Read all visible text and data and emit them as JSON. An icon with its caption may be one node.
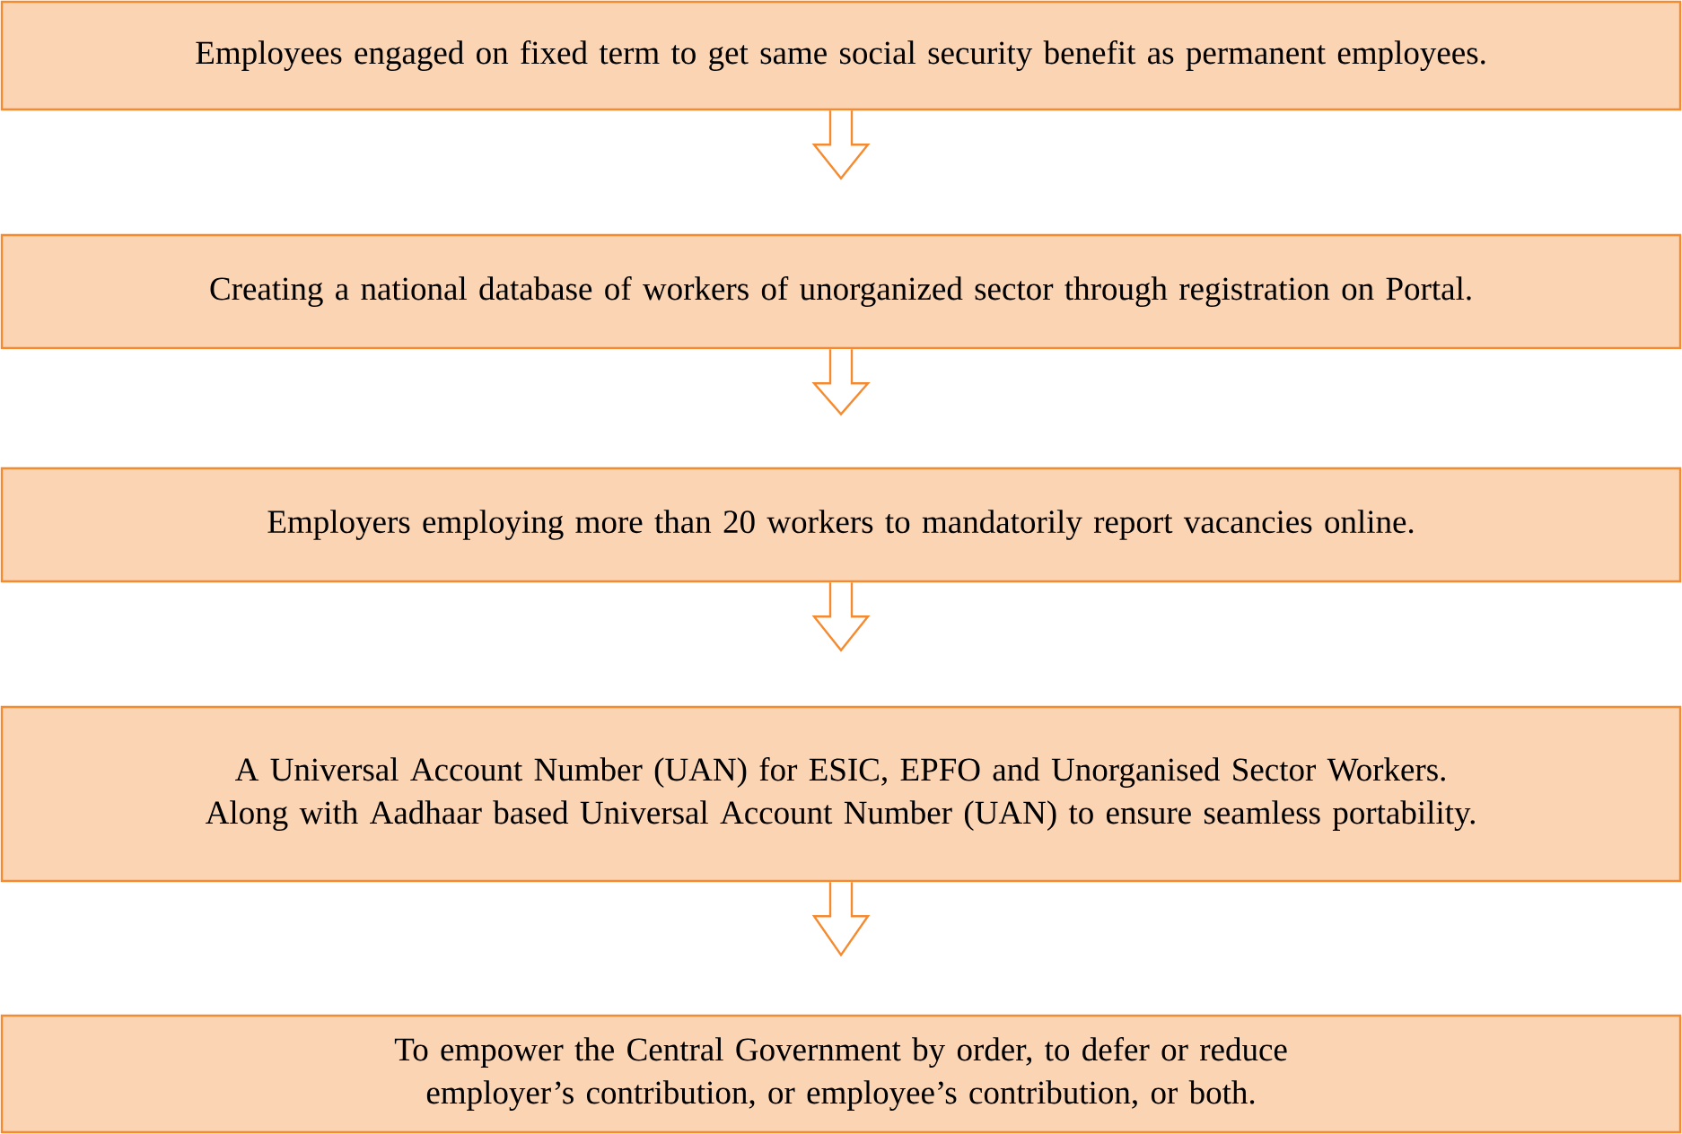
{
  "diagram": {
    "nodes": [
      {
        "text": [
          "Employees engaged on fixed term to get same social security benefit as permanent employees."
        ]
      },
      {
        "text": [
          "Creating a national database of workers of unorganized sector through registration on Portal."
        ]
      },
      {
        "text": [
          "Employers employing more than 20 workers to mandatorily report vacancies online."
        ]
      },
      {
        "text": [
          "A Universal Account Number (UAN) for ESIC, EPFO and Unorganised Sector Workers. Along with Aadhaar based Universal Account Number (UAN) to ensure seamless portability."
        ]
      },
      {
        "text": [
          "To empower the Central Government by order, to defer or reduce employer’s contribution, or employee’s contribution, or both."
        ]
      }
    ],
    "edges": [
      {
        "from": 0,
        "to": 1,
        "arrow": "to"
      },
      {
        "from": 1,
        "to": 2,
        "arrow": "to"
      },
      {
        "from": 2,
        "to": 3,
        "arrow": "to"
      },
      {
        "from": 3,
        "to": 4,
        "arrow": "to"
      }
    ]
  }
}
